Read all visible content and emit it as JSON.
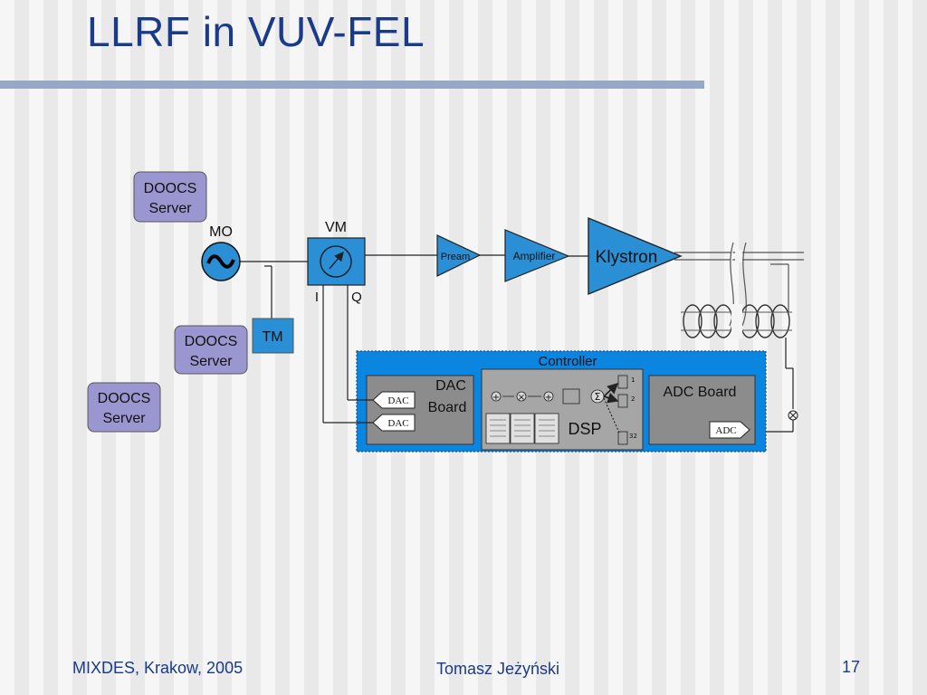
{
  "slide": {
    "title": "LLRF in VUV-FEL",
    "footer_left": "MIXDES, Krakow, 2005",
    "footer_center": "Tomasz Jeżyński",
    "page_number": "17"
  },
  "diagram": {
    "doocs_top": {
      "line1": "DOOCS",
      "line2": "Server"
    },
    "doocs_middle": {
      "line1": "DOOCS",
      "line2": "Server"
    },
    "doocs_bottom": {
      "line1": "DOOCS",
      "line2": "Server"
    },
    "mo_label": "MO",
    "vm_label": "VM",
    "vm_i": "I",
    "vm_q": "Q",
    "tm_label": "TM",
    "preamp_label": "Pream",
    "amplifier_label": "Amplifier",
    "klystron_label": "Klystron",
    "controller_label": "Controller",
    "dac_board": {
      "line1": "DAC",
      "line2": "Board",
      "dac1": "DAC",
      "dac2": "DAC"
    },
    "dsp_label": "DSP",
    "adc_board": {
      "label": "ADC Board",
      "adc": "ADC"
    },
    "dsp_matrix_index": {
      "first": "1",
      "second": "2",
      "last": "32"
    }
  },
  "colors": {
    "title": "#1a3a8a",
    "doocs_fill": "#9a96d0",
    "blue_block": "#2a8fd4",
    "controller_fill": "#0b86e0",
    "board_fill": "#8c8c8c",
    "dsp_fill": "#a6a6a6"
  }
}
